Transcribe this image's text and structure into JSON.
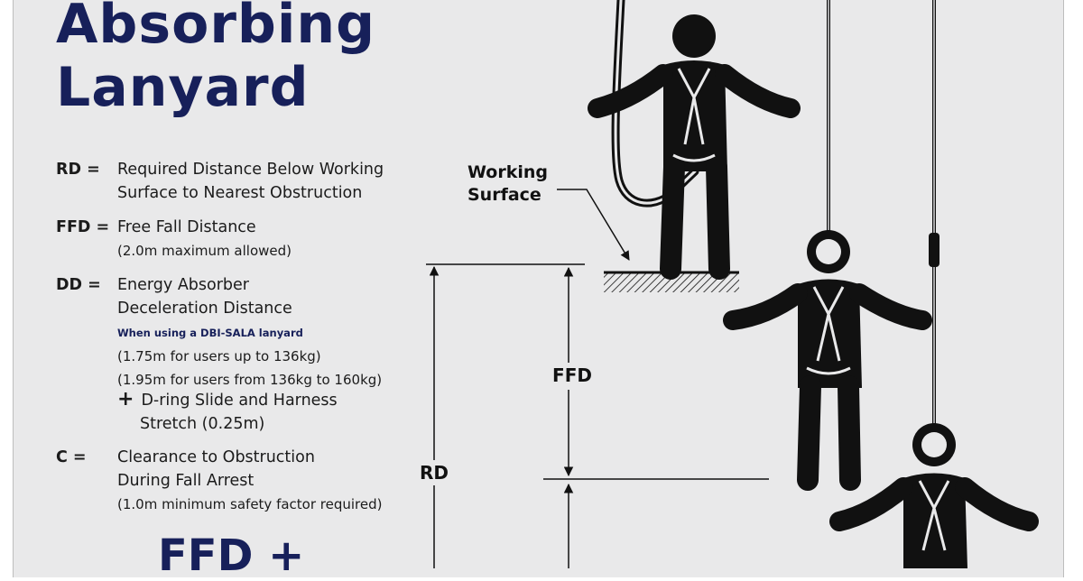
{
  "title": {
    "line1": "Absorbing",
    "line2": "Lanyard"
  },
  "definitions": {
    "rd": {
      "term": "RD =",
      "line1": "Required Distance Below Working",
      "line2": "Surface to Nearest Obstruction"
    },
    "ffd": {
      "term": "FFD =",
      "line1": "Free Fall Distance",
      "note": "(2.0m maximum allowed)"
    },
    "dd": {
      "term": "DD =",
      "line1": "Energy Absorber",
      "line2": "Deceleration Distance",
      "sub_heading": "When using a DBI-SALA lanyard",
      "note1": "(1.75m for users up to 136kg)",
      "note2": "(1.95m for users from 136kg to 160kg)",
      "plus_symbol": "+",
      "plus_line1": "D-ring Slide and Harness",
      "plus_line2": "Stretch (0.25m)"
    },
    "c": {
      "term": "C =",
      "line1": "Clearance to Obstruction",
      "line2": "During Fall Arrest",
      "note": "(1.0m minimum safety factor required)"
    }
  },
  "formula": "FFD +",
  "diagram": {
    "working_surface_line1": "Working",
    "working_surface_line2": "Surface",
    "ffd_label": "FFD",
    "rd_label": "RD"
  },
  "colors": {
    "navy": "#17205a",
    "background": "#e9e9ea",
    "ink": "#111111"
  }
}
